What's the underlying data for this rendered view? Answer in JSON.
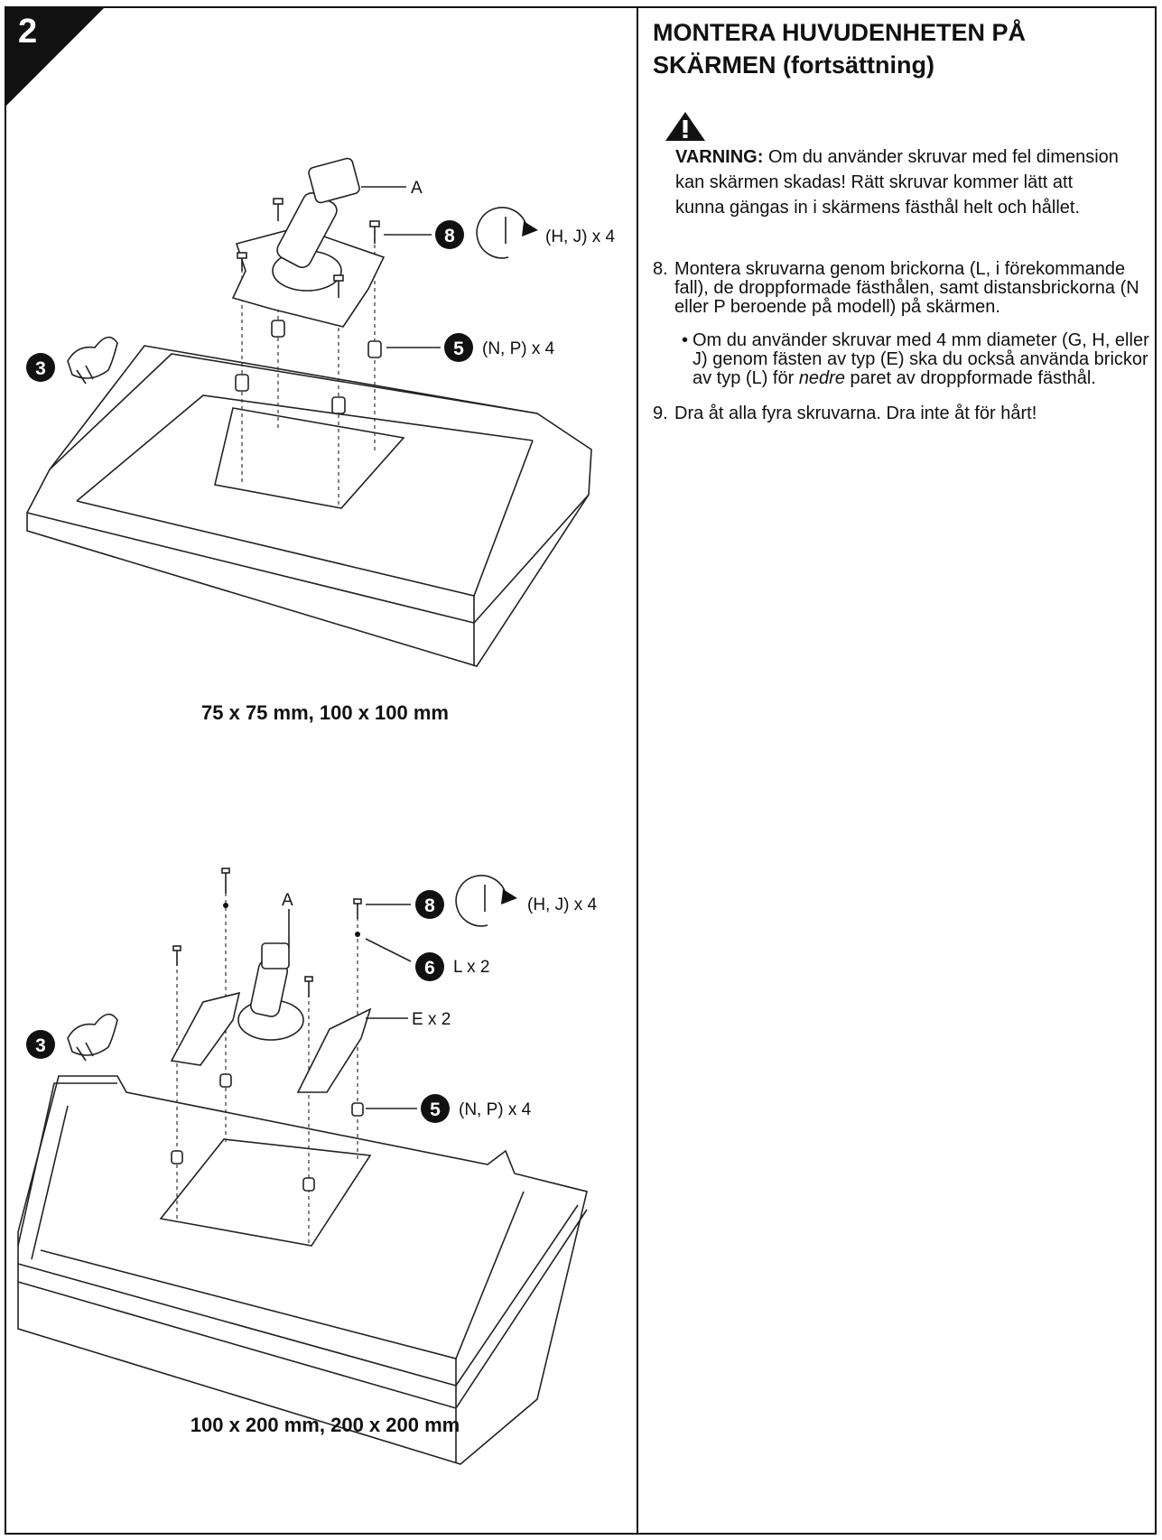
{
  "step_number": "2",
  "title": "MONTERA HUVUDENHETEN PÅ SKÄRMEN (fortsättning)",
  "warning": {
    "label": "VARNING:",
    "text": " Om du använder skruvar med fel dimension kan skärmen skadas! Rätt skruvar kommer lätt att kunna gängas in i skärmens fästhål helt och hållet."
  },
  "steps": [
    {
      "num": "8.",
      "text": "Montera skruvarna genom brickorna (L, i förekommande fall), de droppformade fästhålen, samt distansbrickorna (N eller P beroende på modell) på skärmen."
    },
    {
      "num": "9.",
      "text": "Dra åt alla fyra skruvarna. Dra inte åt för hårt!"
    }
  ],
  "bullet": {
    "text_before": "Om du använder skruvar med 4 mm diameter (G, H, eller J) genom fästen av typ (E) ska du också använda brickor av typ (L) för ",
    "emphasis": "nedre",
    "text_after": " paret av droppformade fästhål."
  },
  "diagram_top": {
    "label_a": "A",
    "badge_screws": "8",
    "screws_label": "(H, J) x 4",
    "badge_spacers": "5",
    "spacers_label": "(N, P) x 4",
    "badge_hand": "3",
    "caption": "75 x 75 mm, 100 x 100 mm"
  },
  "diagram_bottom": {
    "label_a": "A",
    "badge_screws": "8",
    "screws_label": "(H, J) x 4",
    "badge_washers": "6",
    "washers_label": "L x 2",
    "brackets_label": "E x 2",
    "badge_spacers": "5",
    "spacers_label": "(N, P) x 4",
    "badge_hand": "3",
    "caption": "100 x 200 mm, 200 x 200 mm"
  }
}
